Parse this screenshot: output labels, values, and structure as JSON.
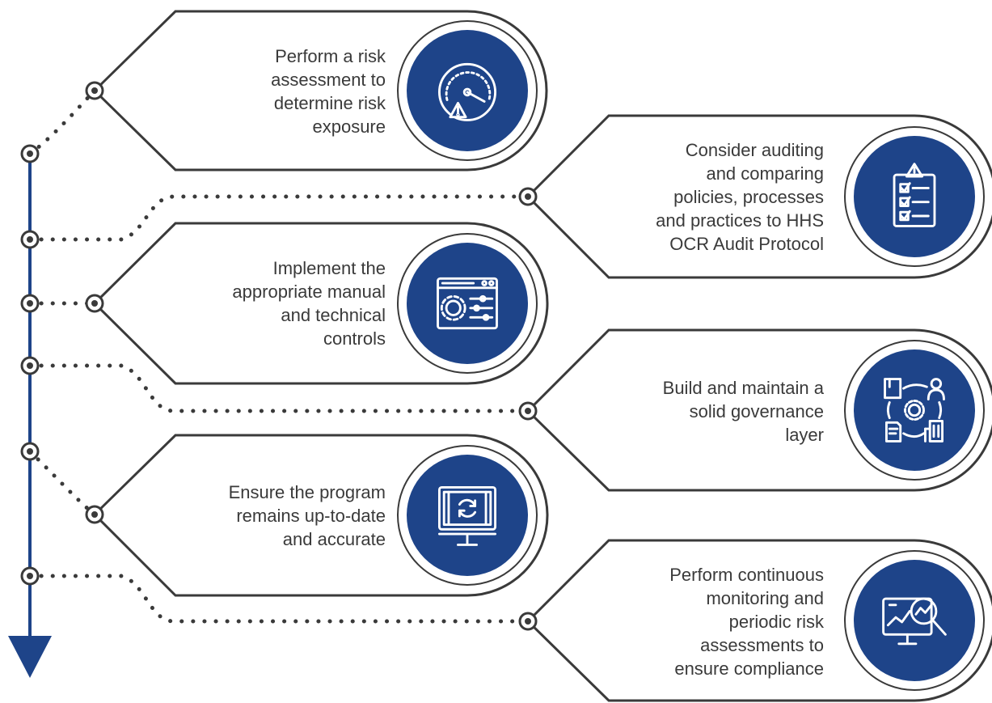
{
  "colors": {
    "accent": "#1e4489",
    "outline": "#3a3a3a",
    "text": "#3a3a3a",
    "background": "#ffffff"
  },
  "steps": [
    {
      "icon": "risk-gauge-warning-icon",
      "lines": [
        "Perform a risk",
        "assessment to",
        "determine risk",
        "exposure"
      ]
    },
    {
      "icon": "clipboard-checklist-icon",
      "lines": [
        "Consider auditing",
        "and comparing",
        "policies, processes",
        "and practices to HHS",
        "OCR Audit Protocol"
      ]
    },
    {
      "icon": "settings-sliders-window-icon",
      "lines": [
        "Implement the",
        "appropriate manual",
        "and technical",
        "controls"
      ]
    },
    {
      "icon": "governance-network-icon",
      "lines": [
        "Build and maintain a",
        "solid governance",
        "layer"
      ]
    },
    {
      "icon": "monitor-refresh-icon",
      "lines": [
        "Ensure the program",
        "remains up-to-date",
        "and accurate"
      ]
    },
    {
      "icon": "monitoring-analytics-icon",
      "lines": [
        "Perform continuous",
        "monitoring and",
        "periodic risk",
        "assessments to",
        "ensure compliance"
      ]
    }
  ]
}
